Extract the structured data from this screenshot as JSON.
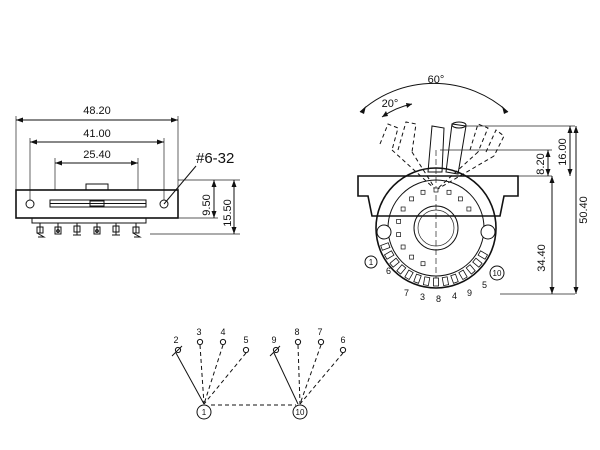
{
  "front_view": {
    "dim_overall": "48.20",
    "dim_mount": "41.00",
    "dim_pins": "25.40",
    "screw_label": "#6-32",
    "dim_h1": "9.50",
    "dim_h2": "15.50"
  },
  "side_view": {
    "angle_total": "60°",
    "angle_step": "20°",
    "dim_a": "8.20",
    "dim_b": "16.00",
    "dim_c": "50.40",
    "dim_d": "34.40",
    "terminal_labels": [
      "6",
      "7",
      "3",
      "8",
      "4",
      "9",
      "5"
    ],
    "circled_left": "1",
    "circled_right": "10"
  },
  "schematic": {
    "left_group": [
      "2",
      "3",
      "4",
      "5"
    ],
    "right_group": [
      "9",
      "8",
      "7",
      "6"
    ],
    "common_left": "1",
    "common_right": "10"
  }
}
